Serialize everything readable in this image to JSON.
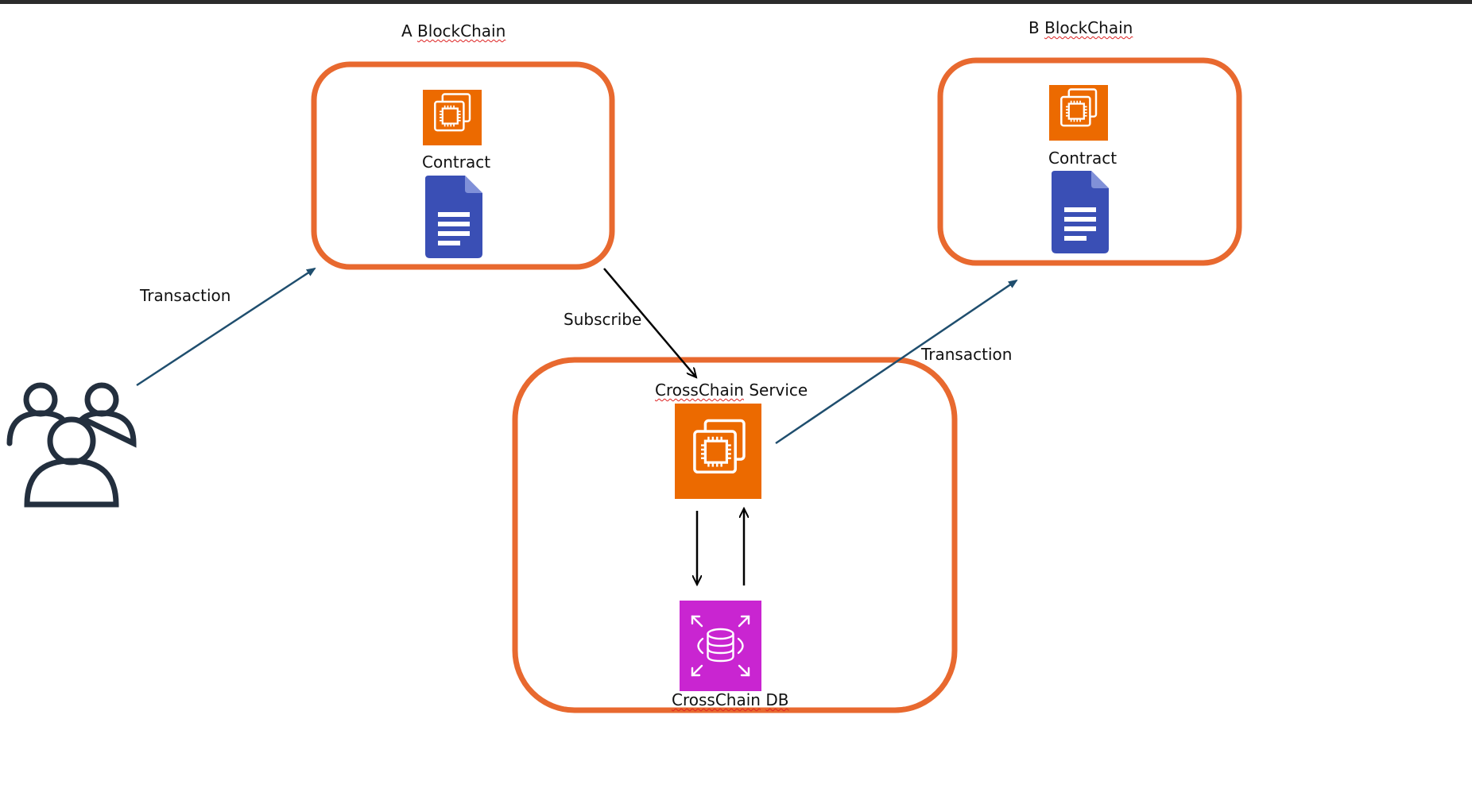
{
  "blockchain_a": {
    "title_prefix": "A",
    "title_word": "BlockChain",
    "contract_label": "Contract"
  },
  "blockchain_b": {
    "title_prefix": "B",
    "title_word": "BlockChain",
    "contract_label": "Contract"
  },
  "crosschain": {
    "service_word": "CrossChain",
    "service_suffix": "Service",
    "db_word": "CrossChain",
    "db_suffix": "DB"
  },
  "edges": {
    "user_to_a": "Transaction",
    "a_to_service": "Subscribe",
    "service_to_b": "Transaction"
  },
  "icons": {
    "users": "users-group-icon",
    "contract_a_chip": "compute-chip-icon",
    "contract_a_doc": "document-icon",
    "contract_b_chip": "compute-chip-icon",
    "contract_b_doc": "document-icon",
    "service_chip": "compute-chip-icon",
    "db": "database-icon"
  },
  "colors": {
    "container_border": "#E8692F",
    "compute_orange": "#EC6A00",
    "doc_blue": "#3A4FB5",
    "doc_fold": "#8090D8",
    "db_magenta": "#C925D1",
    "arrow_teal": "#1F4E6E",
    "arrow_black": "#000000",
    "users_stroke": "#232F3E"
  }
}
